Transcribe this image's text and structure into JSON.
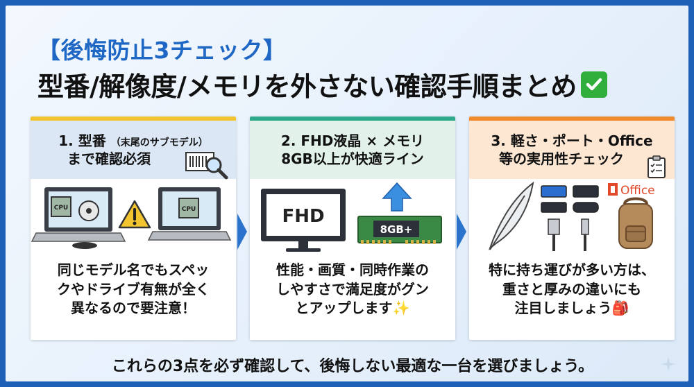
{
  "title": {
    "subtitle": "【後悔防止3チェック】",
    "main": "型番/解像度/メモリを外さない確認手順まとめ"
  },
  "cards": [
    {
      "head_line1": "1. 型番",
      "head_note": "（末尾のサブモデル）",
      "head_line2": "まで確認必須",
      "labels": {
        "cpu_a": "CPU",
        "cpu_b": "CPU"
      },
      "body": [
        "同じモデル名でもスペッ",
        "クやドライブ有無が全く",
        "異なるので要注意！"
      ]
    },
    {
      "head_line1": "2. FHD液晶 × メモリ",
      "head_line2": "8GB以上が快適ライン",
      "labels": {
        "monitor": "FHD",
        "ram": "8GB+"
      },
      "body": [
        "性能・画質・同時作業の",
        "しやすさで満足度がグン",
        "とアップします"
      ]
    },
    {
      "head_line1": "3. 軽さ・ポート・Office",
      "head_line2": "等の実用性チェック",
      "labels": {
        "office": "Office"
      },
      "body": [
        "特に持ち運びが多い方は、",
        "重さと厚みの違いにも",
        "注目しましょう"
      ]
    }
  ],
  "footer": "これらの3点を必ず確認して、後悔しない最適な一台を選びましょう。",
  "colors": {
    "frame": "#1e5fb8",
    "accent_blue": "#1f67c4",
    "card1_bar": "#f2c530",
    "card2_bar": "#2fa98c",
    "card3_bar": "#f08a2c",
    "office_red": "#e2492a",
    "check_green": "#2fae3c"
  }
}
